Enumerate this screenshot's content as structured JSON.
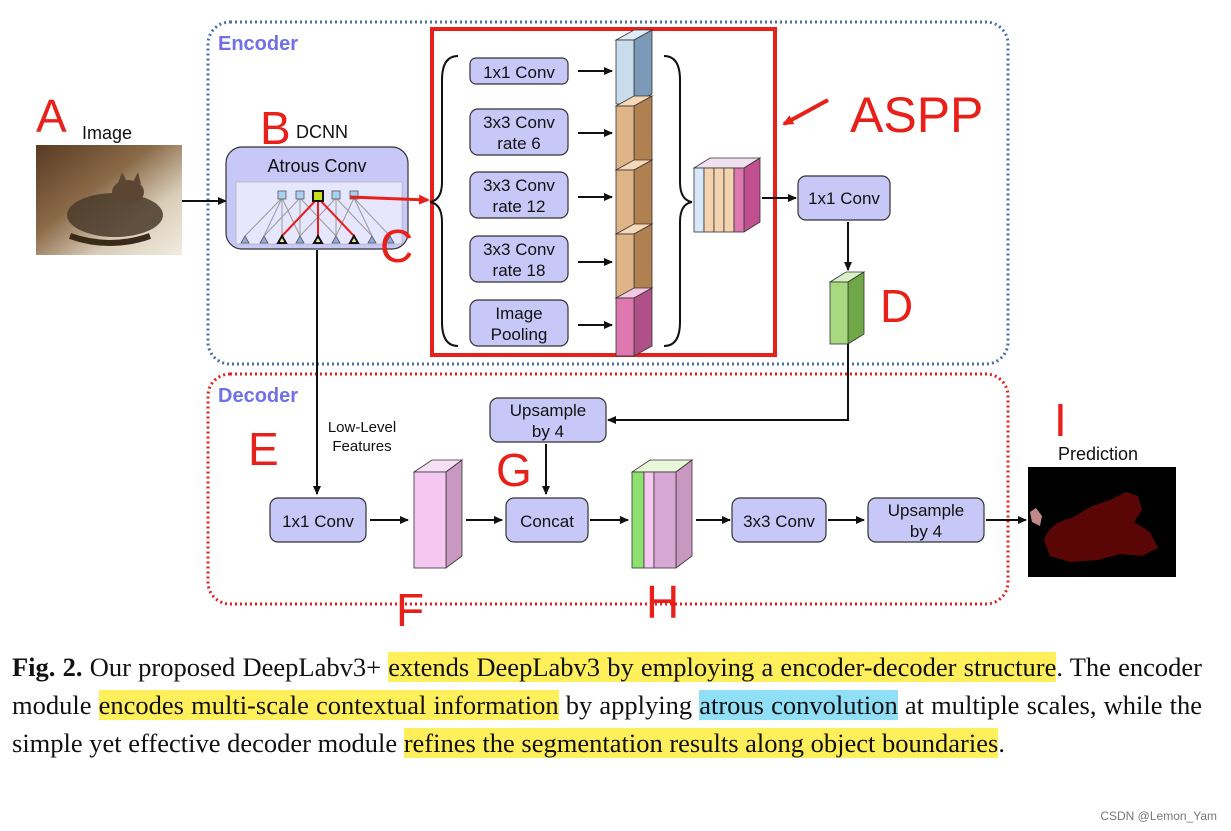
{
  "encoder": {
    "title": "Encoder"
  },
  "decoder": {
    "title": "Decoder"
  },
  "input": {
    "label": "Image"
  },
  "dcnn": {
    "label": "DCNN",
    "box_label": "Atrous Conv"
  },
  "aspp": {
    "label": "ASPP",
    "branches": [
      {
        "lines": [
          "1x1 Conv"
        ]
      },
      {
        "lines": [
          "3x3 Conv",
          "rate 6"
        ]
      },
      {
        "lines": [
          "3x3 Conv",
          "rate 12"
        ]
      },
      {
        "lines": [
          "3x3 Conv",
          "rate 18"
        ]
      },
      {
        "lines": [
          "Image",
          "Pooling"
        ]
      }
    ]
  },
  "encoder_conv": {
    "label": "1x1 Conv"
  },
  "decoder_nodes": {
    "upsample_top": [
      "Upsample",
      "by 4"
    ],
    "low_level": [
      "Low-Level",
      "Features"
    ],
    "conv1x1": "1x1 Conv",
    "concat": "Concat",
    "conv3x3": "3x3 Conv",
    "upsample_out": [
      "Upsample",
      "by 4"
    ]
  },
  "prediction": {
    "label": "Prediction"
  },
  "markers": {
    "A": "A",
    "B": "B",
    "C": "C",
    "D": "D",
    "E": "E",
    "F": "F",
    "G": "G",
    "H": "H",
    "I": "I"
  },
  "caption": {
    "fig": "Fig. 2.",
    "t1": " Our proposed DeepLabv3+ ",
    "h1": "extends DeepLabv3 by employing a encoder-decoder structure",
    "t2": ". The encoder module ",
    "h2": "encodes multi-scale contextual information",
    "t3": " by applying ",
    "h3": "atrous convolution",
    "t4": " at multiple scales, while the simple yet effective decoder module ",
    "h4": "refines the segmentation results along object boundaries",
    "t5": "."
  },
  "watermark": "CSDN @Lemon_Yam",
  "colors": {
    "encoder_border": "#4a6fa5",
    "decoder_border": "#e02020",
    "annotation_red": "#e8201a",
    "node_fill": "#c8c8f8",
    "highlight_yellow": "#ffef5a",
    "highlight_blue": "#8fdff6"
  }
}
